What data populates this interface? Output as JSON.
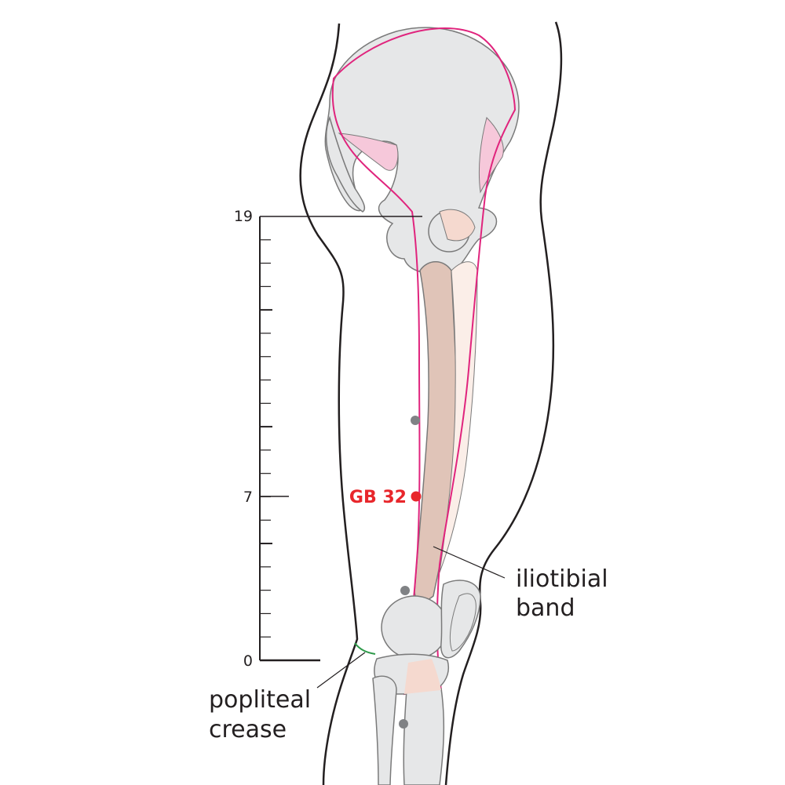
{
  "scale": {
    "top_label": "19",
    "mid_label": "7",
    "bottom_label": "0",
    "max": 19,
    "min": 0,
    "minor_step": 1
  },
  "acupoint": {
    "label": "GB 32",
    "position_units": 7,
    "color": "#e8262b"
  },
  "annotations": {
    "iliotibial_line1": "iliotibial",
    "iliotibial_line2": "band",
    "popliteal_line1": "popliteal",
    "popliteal_line2": "crease"
  },
  "colors": {
    "bone": "#e6e7e8",
    "bone_outline": "#7a7a7a",
    "band_fill": "#e0c4b8",
    "band_outline": "#e0247d",
    "pink_region": "#f6c8da",
    "crease": "#2e9a4a",
    "other_points": "#808285"
  }
}
